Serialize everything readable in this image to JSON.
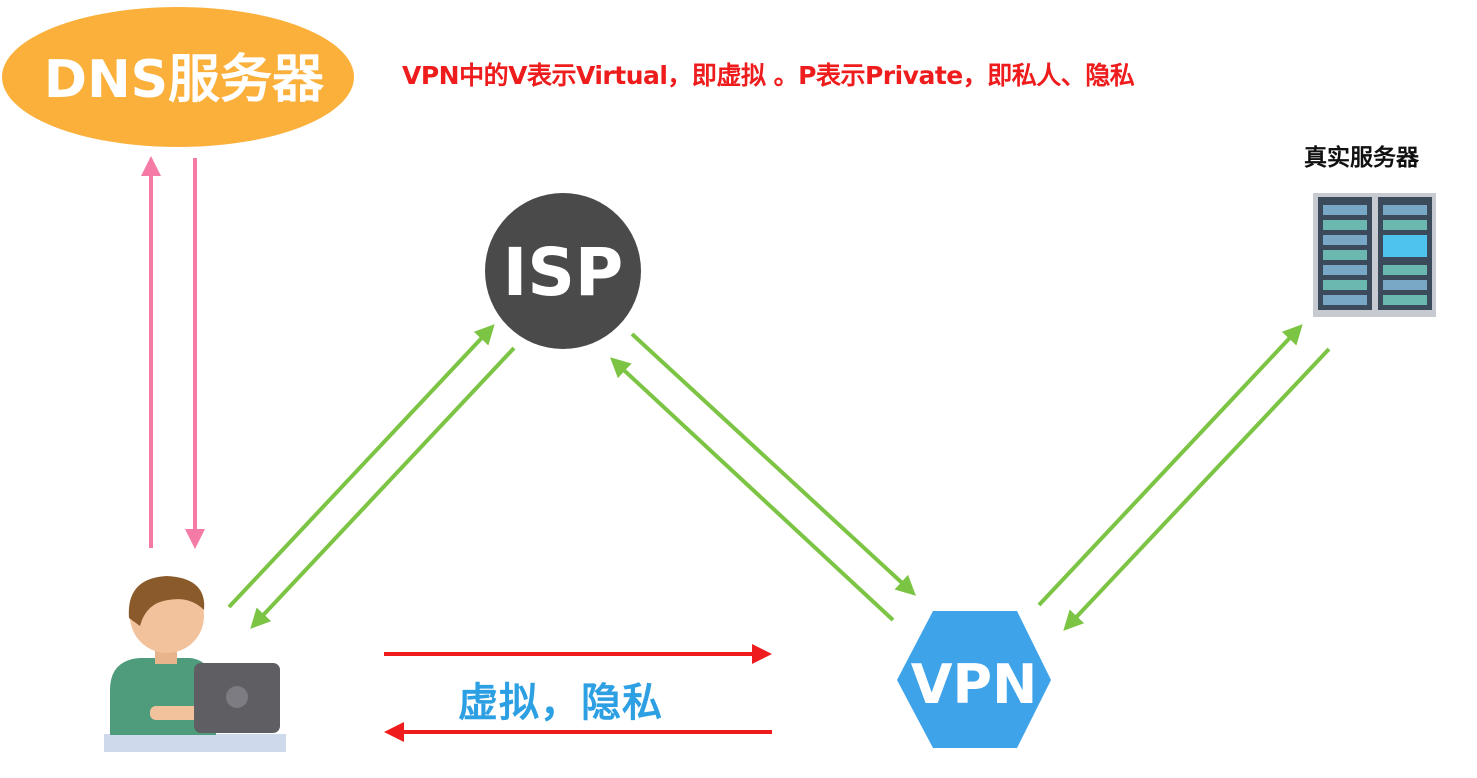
{
  "caption": "VPN中的V表示Virtual，即虚拟 。P表示Private，即私人、隐私",
  "nodes": {
    "dns": "DNS服务器",
    "isp": "ISP",
    "vpn": "VPN",
    "real_server": "真实服务器"
  },
  "tunnel_label": "虚拟，隐私",
  "colors": {
    "dns_fill": "#fbb03b",
    "isp_fill": "#4a4a4a",
    "vpn_fill": "#3ea3e8",
    "green_arrow": "#7cc444",
    "pink_arrow": "#f57aa6",
    "red_arrow": "#ee1c1c",
    "caption_text": "#ee1c1c",
    "tunnel_text": "#2d9fe3"
  },
  "icons": [
    "user-laptop-icon",
    "server-rack-icon"
  ]
}
